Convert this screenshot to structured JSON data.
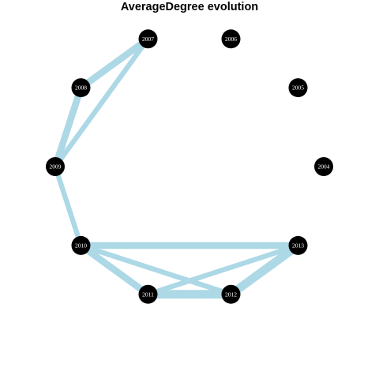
{
  "title": "AverageDegree evolution",
  "colors": {
    "edge": "#add8e6",
    "node_fill": "#000000",
    "node_label": "#ffffff",
    "title": "#000000",
    "background": "#ffffff"
  },
  "layout": "circle",
  "nodes": [
    "2004",
    "2005",
    "2006",
    "2007",
    "2008",
    "2009",
    "2010",
    "2011",
    "2012",
    "2013"
  ],
  "edges": [
    {
      "source": "2007",
      "target": "2008",
      "weight": 3
    },
    {
      "source": "2007",
      "target": "2009",
      "weight": 2
    },
    {
      "source": "2008",
      "target": "2009",
      "weight": 3
    },
    {
      "source": "2009",
      "target": "2010",
      "weight": 2
    },
    {
      "source": "2010",
      "target": "2011",
      "weight": 3
    },
    {
      "source": "2010",
      "target": "2012",
      "weight": 2
    },
    {
      "source": "2010",
      "target": "2013",
      "weight": 3
    },
    {
      "source": "2011",
      "target": "2012",
      "weight": 4
    },
    {
      "source": "2011",
      "target": "2013",
      "weight": 2
    },
    {
      "source": "2012",
      "target": "2013",
      "weight": 4
    }
  ]
}
